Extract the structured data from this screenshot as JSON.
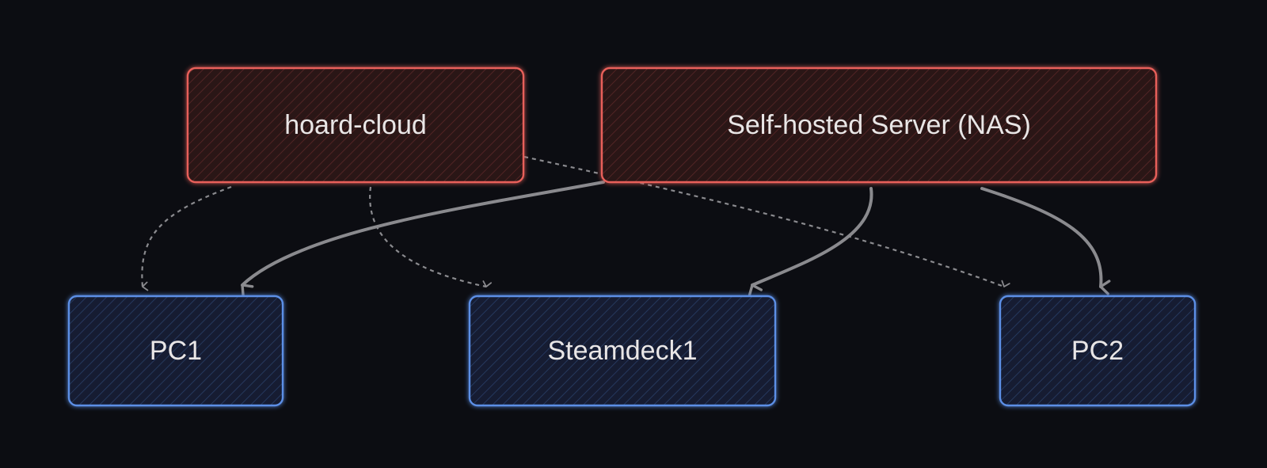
{
  "colors": {
    "background": "#0c0d12",
    "server_stroke": "#e8605a",
    "server_fill": "#2a1214",
    "server_hatch": "#5a2a2a",
    "client_stroke": "#5b8fe6",
    "client_fill": "#121c33",
    "client_hatch": "#2c3f66",
    "connector": "#8a8a8e"
  },
  "nodes": {
    "hoard_cloud": {
      "label": "hoard-cloud",
      "role": "server"
    },
    "nas": {
      "label": "Self-hosted Server (NAS)",
      "role": "server"
    },
    "pc1": {
      "label": "PC1",
      "role": "client"
    },
    "steamdeck1": {
      "label": "Steamdeck1",
      "role": "client"
    },
    "pc2": {
      "label": "PC2",
      "role": "client"
    }
  },
  "edges": [
    {
      "from": "hoard-cloud",
      "to": "PC1",
      "style": "dashed"
    },
    {
      "from": "hoard-cloud",
      "to": "Steamdeck1",
      "style": "dashed"
    },
    {
      "from": "hoard-cloud",
      "to": "PC2",
      "style": "dashed"
    },
    {
      "from": "Self-hosted Server (NAS)",
      "to": "PC1",
      "style": "solid"
    },
    {
      "from": "Self-hosted Server (NAS)",
      "to": "Steamdeck1",
      "style": "solid"
    },
    {
      "from": "Self-hosted Server (NAS)",
      "to": "PC2",
      "style": "solid"
    }
  ]
}
